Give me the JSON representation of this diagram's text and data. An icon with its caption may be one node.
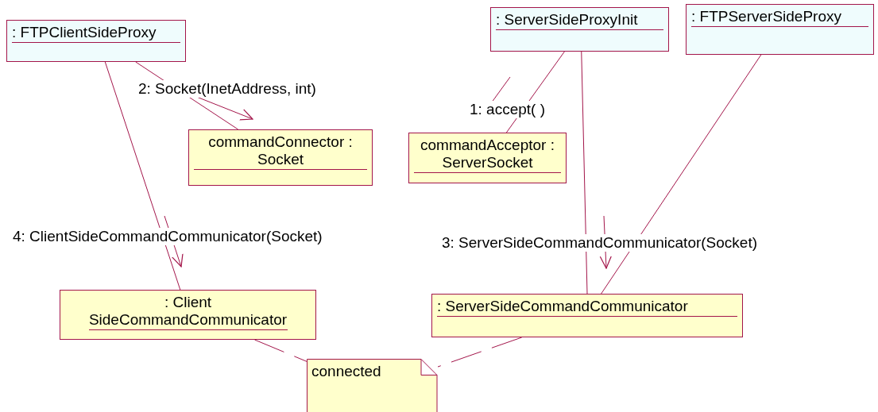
{
  "diagram": {
    "nodes": [
      {
        "text": [
          ": FTPClientSideProxy"
        ]
      },
      {
        "text": [
          ": ServerSideProxyInit"
        ]
      },
      {
        "text": [
          ": FTPServerSideProxy"
        ]
      },
      {
        "text": [
          "commandConnector : Socket"
        ]
      },
      {
        "text": [
          "commandAcceptor : ServerSocket"
        ]
      },
      {
        "text": [
          ": Client SideCommandCommunicator"
        ]
      },
      {
        "text": [
          ": ServerSideCommandCommunicator"
        ]
      },
      {
        "text": [
          "connected"
        ]
      }
    ],
    "edges": [
      {
        "from": 1,
        "to": 4,
        "arrow": "none",
        "label": "1: accept( )"
      },
      {
        "from": 0,
        "to": 3,
        "arrow": "none",
        "label": "2: Socket(InetAddress, int)"
      },
      {
        "from": 1,
        "to": 6,
        "arrow": "none",
        "label": "3: ServerSideCommandCommunicator(Socket)"
      },
      {
        "from": 0,
        "to": 5,
        "arrow": "none",
        "label": "4: ClientSideCommandCommunicator(Socket)"
      },
      {
        "from": 2,
        "to": 6,
        "arrow": "none"
      },
      {
        "from": 5,
        "to": 7,
        "arrow": "none",
        "style": "dashed"
      },
      {
        "from": 6,
        "to": 7,
        "arrow": "none",
        "style": "dashed"
      }
    ]
  }
}
